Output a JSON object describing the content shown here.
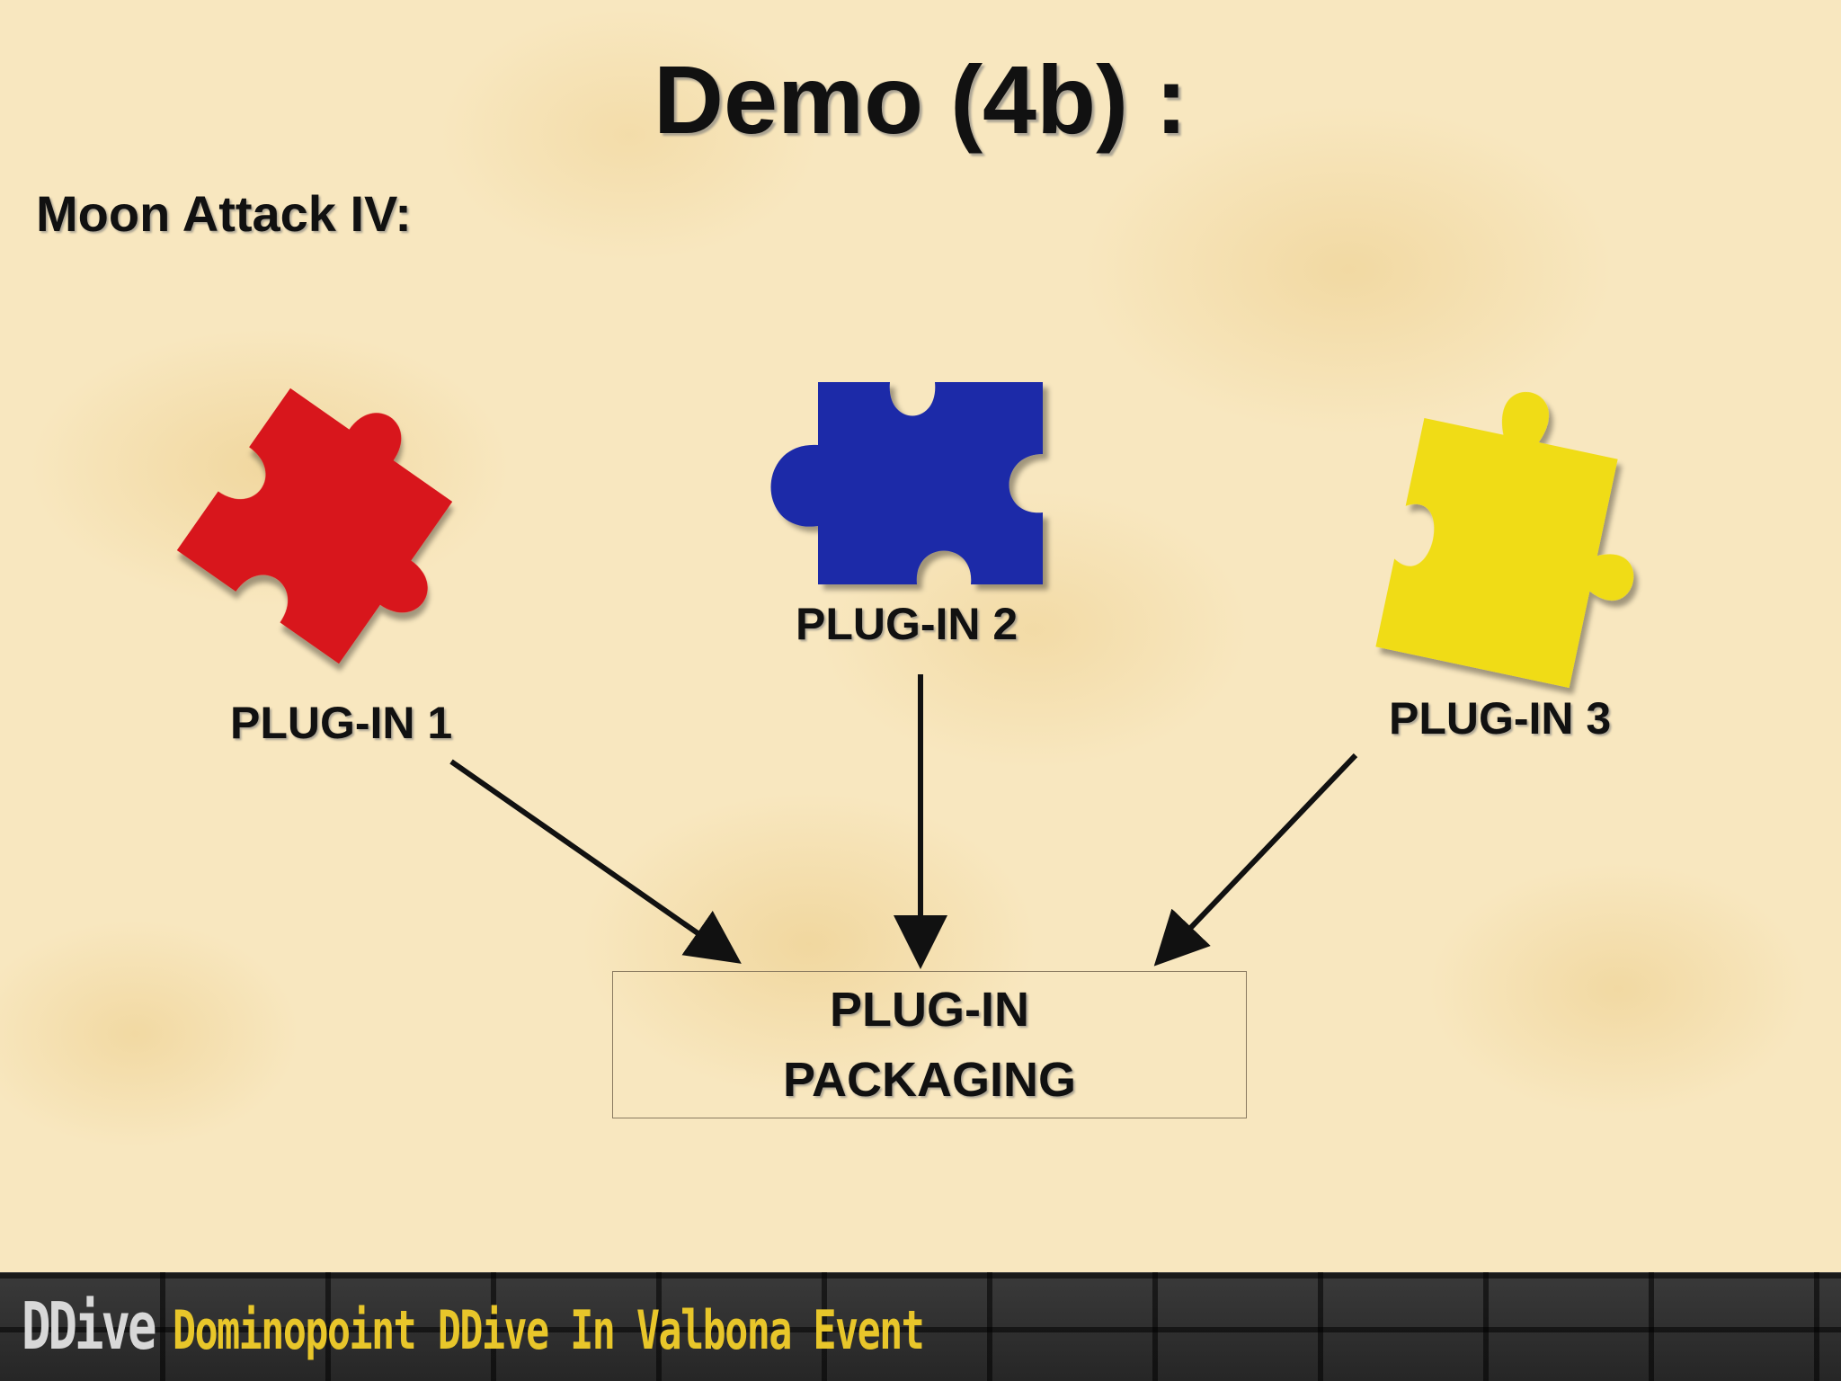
{
  "title": "Demo (4b) :",
  "subtitle": "Moon Attack IV:",
  "plugins": [
    {
      "label": "PLUG-IN 1",
      "color": "#d8141a"
    },
    {
      "label": "PLUG-IN 2",
      "color": "#1a2aa8"
    },
    {
      "label": "PLUG-IN 3",
      "color": "#f0dc14"
    }
  ],
  "packaging": {
    "line1": "PLUG-IN",
    "line2": "PACKAGING"
  },
  "footer": {
    "logo": "DDive",
    "text": "Dominopoint DDive In Valbona Event",
    "text_color": "#e8c62a"
  }
}
